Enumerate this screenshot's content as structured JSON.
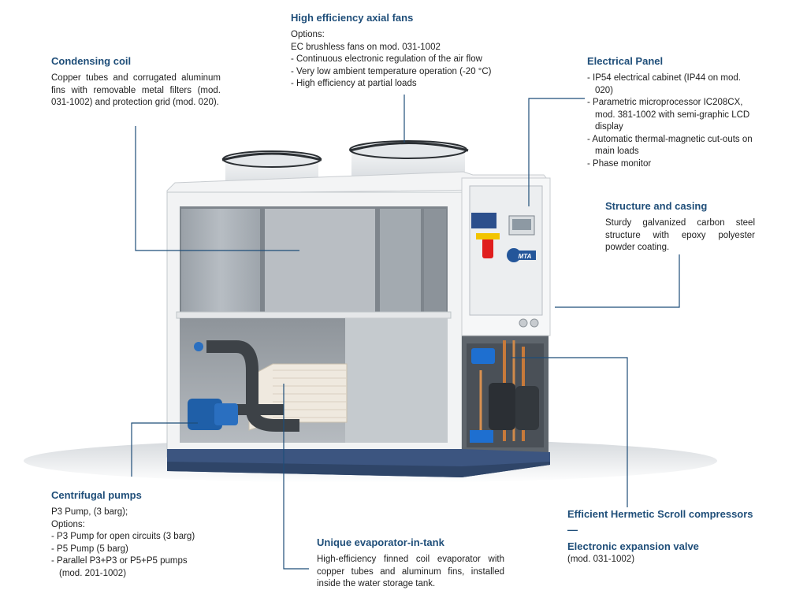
{
  "callouts": {
    "fans": {
      "title": "High efficiency axial fans",
      "lines": [
        "Options:",
        "EC brushless fans on mod. 031-1002",
        "- Continuous electronic regulation of the air flow",
        "- Very low ambient temperature operation (-20 °C)",
        "- High efficiency at partial loads"
      ]
    },
    "coil": {
      "title": "Condensing coil",
      "text": "Copper tubes and corrugated aluminum fins with removable metal filters (mod. 031-1002) and protection grid (mod. 020)."
    },
    "panel": {
      "title": "Electrical Panel",
      "items": [
        "- IP54 electrical cabinet (IP44 on mod. 020)",
        "- Parametric microprocessor IC208CX, mod. 381-1002 with semi-graphic LCD display",
        "- Automatic thermal-magnetic cut-outs on main loads",
        "- Phase monitor"
      ]
    },
    "structure": {
      "title": "Structure and casing",
      "text": "Sturdy galvanized carbon steel structure with epoxy polyester powder coating."
    },
    "pumps": {
      "title": "Centrifugal pumps",
      "lines": [
        "P3 Pump, (3 barg);",
        "Options:"
      ],
      "items": [
        "- P3 Pump for open circuits (3 barg)",
        "- P5 Pump (5 barg)",
        "- Parallel P3+P3 or P5+P5 pumps (mod. 201-1002)"
      ]
    },
    "evaporator": {
      "title": "Unique evaporator-in-tank",
      "text": "High-efficiency finned coil evaporator with copper tubes and aluminum fins, installed inside the water storage tank."
    },
    "compressors": {
      "title": "Efficient Hermetic Scroll compressors",
      "separator": "—",
      "subtitle": "Electronic expansion valve",
      "note": "(mod. 031-1002)"
    }
  },
  "logo": {
    "text": "MTA"
  },
  "colors": {
    "heading": "#1f4e79",
    "leader": "#1f4e79",
    "body": "#222222",
    "cabinet": "#eef0f2",
    "base": "#3c5580"
  }
}
